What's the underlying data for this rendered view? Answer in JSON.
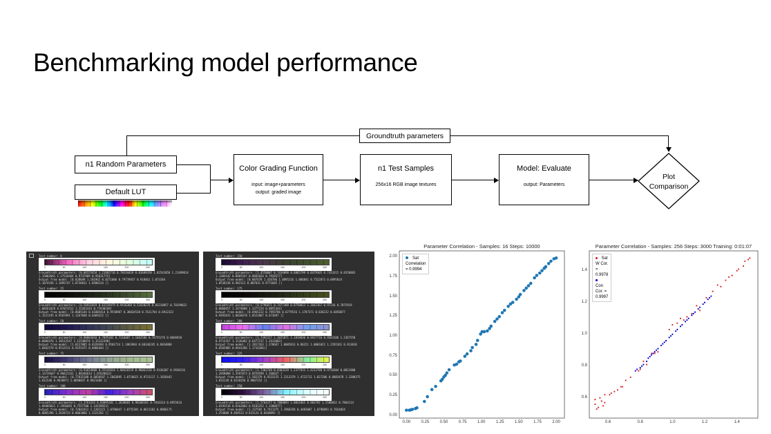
{
  "slide": {
    "title": "Benchmarking model performance"
  },
  "diagram": {
    "groundtruth": "Groundtruth parameters",
    "random_params": "n1 Random Parameters",
    "default_lut": "Default LUT",
    "color_grading": {
      "title": "Color Grading Function",
      "line1": "input: image+parameters",
      "line2": "output: graded image"
    },
    "test_samples": {
      "title": "n1 Test Samples",
      "line1": "256x16 RGB image textures"
    },
    "model": {
      "title": "Model: Evaluate",
      "line1": "output: Parameters"
    },
    "plot": {
      "line1": "Plot",
      "line2": "Comparison"
    }
  },
  "terminals": [
    {
      "tests": [
        {
          "label": "Test number:  0",
          "colors": [
            "#3a1030",
            "#f060c0",
            "#ffd0e0",
            "#fff8e0",
            "#e0ffe0",
            "#c0ffff"
          ],
          "gt": "Groundtruth parameters:  [0.86555654 1.21692716 0.78334419 0.81689358 1.02541058 1.21489014",
          "gt2": " 1.15002661 1.17526464 0.9737989  0.95631775]",
          "out": "Output from model:  [0.828049   1.181962   0.8271006  0.79778937 0.918461   1.073184",
          "out2": " 1.1074336  1.1895747  1.0736011  1.0580114 ]]"
        },
        {
          "label": "Test number:  25",
          "colors": [
            "#000000",
            "#0a0a08",
            "#1a1e12",
            "#2a3320",
            "#3e5030",
            "#587040"
          ],
          "gt": "Groundtruth parameters:  [0.56931019 0.61519479 0.9416368  0.52420276 0.83210857 0.78199022",
          "gt2": " 1.00261028 0.87073512 1.15263324 0.77630169]",
          "out": "Output from model:  [0.8605144  0.61805414 0.9550987  0.38034538 0.7611784  0.6912322",
          "out2": " 1.1521195  0.9587091  1.1167848  0.6469222 ]]"
        },
        {
          "label": "Test number:  50",
          "colors": [
            "#10083a",
            "#201850",
            "#303058",
            "#404850",
            "#605e40",
            "#7a7030"
          ],
          "gt": "Groundtruth parameters:  [0.88803018 0.7895182  0.7116407  1.1662584  0.78755276 0.8666920",
          "gt2": " 0.8084476  1.10512547 1.12540974 1.15132398]",
          "out": "Output from model:  [1.0137085  0.8320384  0.9501714  1.1863984  0.60146245 0.8834888",
          "out2": " 1.0462579  0.9512511  0.9255475  0.8466444 ]]"
        },
        {
          "label": "Test number:  75",
          "colors": [
            "#1a0a40",
            "#403a70",
            "#707890",
            "#90a090",
            "#a0b890",
            "#a8c090"
          ],
          "gt": "Groundtruth parameters:  [0.93654868 0.55545834 1.00426519 0.96061526 0.9336387  0.9938216",
          "gt2": " 1.13739447 0.96621331 1.00346614 1.07628012]",
          "out": "Output from model:  [0.77035188 0.6050587  1.1063895  1.0718021  0.9731117  1.1826442",
          "out2": " 1.011546   0.9630971  1.0690837  0.9821468 ]]"
        },
        {
          "label": "Test number:  100",
          "colors": [
            "#2020c0",
            "#8030d0",
            "#c040a0",
            "#4020e0",
            "#a040c0",
            "#d05060"
          ],
          "gt": "Groundtruth parameters:  [1.3763333  0.83095282 1.2638665  0.98108192 0.7816324  0.8955616",
          "gt2": " 1.09405811 1.1956665  0.7557708  1.14159923]",
          "out": "Output from model:  [0.72042412 1.1201221  1.0786047  1.0755381  0.8621262  0.8866175",
          "out2": " 0.8065396  1.2620733  0.8063866  1.2221282 ]]"
        }
      ]
    },
    {
      "tests": [
        {
          "label": "Test number:  150",
          "colors": [
            "#1a0a30",
            "#402050",
            "#4a3848",
            "#3a4030",
            "#405030",
            "#506030"
          ],
          "gt": "Groundtruth parameters:  [1.4558007  0.7434098  0.8865799  0.8479305  0.7433315  0.8358083",
          "gt2": " 1.1384142  0.8065547  0.8681024  0.7928577]",
          "out": "Output from model:  [0.887678   1.426786   1.0895216  1.086841   0.7522073  0.8895824",
          "out2": " 1.0538318  0.902113   0.807831   0.9771605 ]]"
        },
        {
          "label": "Test number:  175",
          "colors": [
            "#000000",
            "#0a0806",
            "#181810",
            "#262a18",
            "#36401c",
            "#4a5020"
          ],
          "gt": "Groundtruth parameters:  [0.5796071  0.7477388  0.8750023  1.1642167  0.97216   0.7875919",
          "gt2": " 0.8066657  1.3474088  1.3377224  0.8855344]",
          "out": "Output from model:  [0.6965212  0.7959786  0.6779516  1.1787371  0.836222  0.6858077",
          "out2": " 0.9493815  1.0018678  1.0522067  0.673897 ]]"
        },
        {
          "label": "Test number:  200",
          "colors": [
            "#c040e0",
            "#f070f0",
            "#6080f0",
            "#e070e0",
            "#70a0f0",
            "#9090d0"
          ],
          "gt": "Groundtruth parameters:  [1.7392157  1.3655871  1.1819836  0.8927716  0.9583186  1.2367558",
          "gt2": " 0.9713357  1.1126482  0.6477217  1.2413683]",
          "out": "Output from model:  [1.2817163  1.170667   1.0005813  0.86221   1.0001022  1.2292361  0.913018",
          "out2": " 0.8565805  0.8941286  1.1716286]]"
        },
        {
          "label": "Test number:  225",
          "colors": [
            "#1010f0",
            "#3020f0",
            "#a040d0",
            "#f06060",
            "#80f0a0",
            "#f0f040"
          ],
          "gt": "Groundtruth parameters:  [1.7302769  0.8303239  1.2377923  1.4212788  0.9756304  0.8811988",
          "gt2": " 1.2058098  1.3597873  0.8559599  1.266027 ]",
          "out": "Output from model:  [1.582379   0.9323155  1.2313379  1.4722712  1.827206   0.6083478  1.3380375",
          "out2": " 1.833128   0.8118356  0.9807252 ]]"
        },
        {
          "label": "Test number:  250",
          "colors": [
            "#000000",
            "#301040",
            "#8060a0",
            "#80f0ff",
            "#e0ffff",
            "#ffffff"
          ],
          "gt": "Groundtruth parameters:  [1.5764377  0.7808093  1.0031865  0.983792   1.5580032  0.7864214",
          "gt2": " 1.0193516  0.8162803  0.9181252  1.1200677]",
          "out": "Output from model:  [1.237582   0.7411375  1.1968358  0.4483007  1.0798893  0.7654024",
          "out2": " 1.254068   0.838513   0.833124   0.6648893 ]]"
        }
      ]
    }
  ],
  "strip_ticks": [
    "0",
    "50",
    "100",
    "150",
    "200",
    "250"
  ],
  "chart_data": [
    {
      "type": "scatter",
      "title": "Parameter Correlation - Samples: 16 Steps: 10000",
      "xlim": [
        -0.095,
        2.11
      ],
      "ylim": [
        -0.03,
        2.08
      ],
      "xticks": [
        "0.00",
        "0.25",
        "0.50",
        "0.75",
        "1.00",
        "1.25",
        "1.50",
        "1.75",
        "2.00"
      ],
      "yticks": [
        "0.00",
        "0.25",
        "0.50",
        "0.75",
        "1.00",
        "1.25",
        "1.50",
        "1.75",
        "2.00"
      ],
      "legend": "top-left",
      "series": [
        {
          "name": "Sat Correlation = 0.9994",
          "color": "#1f77b4",
          "points": [
            [
              0,
              0.07
            ],
            [
              0.04,
              0.07
            ],
            [
              0.06,
              0.075
            ],
            [
              0.08,
              0.08
            ],
            [
              0.12,
              0.09
            ],
            [
              0.14,
              0.1
            ],
            [
              0.24,
              0.18
            ],
            [
              0.28,
              0.24
            ],
            [
              0.34,
              0.33
            ],
            [
              0.39,
              0.37
            ],
            [
              0.46,
              0.44
            ],
            [
              0.48,
              0.46
            ],
            [
              0.5,
              0.49
            ],
            [
              0.52,
              0.51
            ],
            [
              0.54,
              0.54
            ],
            [
              0.57,
              0.58
            ],
            [
              0.64,
              0.64
            ],
            [
              0.67,
              0.65
            ],
            [
              0.7,
              0.68
            ],
            [
              0.72,
              0.69
            ],
            [
              0.78,
              0.75
            ],
            [
              0.81,
              0.78
            ],
            [
              0.86,
              0.82
            ],
            [
              0.88,
              0.86
            ],
            [
              0.93,
              0.9
            ],
            [
              0.95,
              0.95
            ],
            [
              0.99,
              1.03
            ],
            [
              1.01,
              1.06
            ],
            [
              1.04,
              1.06
            ],
            [
              1.08,
              1.07
            ],
            [
              1.11,
              1.1
            ],
            [
              1.13,
              1.13
            ],
            [
              1.18,
              1.19
            ],
            [
              1.21,
              1.22
            ],
            [
              1.24,
              1.25
            ],
            [
              1.28,
              1.3
            ],
            [
              1.31,
              1.33
            ],
            [
              1.36,
              1.38
            ],
            [
              1.39,
              1.41
            ],
            [
              1.42,
              1.43
            ],
            [
              1.47,
              1.47
            ],
            [
              1.5,
              1.5
            ],
            [
              1.52,
              1.53
            ],
            [
              1.57,
              1.58
            ],
            [
              1.6,
              1.61
            ],
            [
              1.63,
              1.64
            ],
            [
              1.66,
              1.67
            ],
            [
              1.71,
              1.74
            ],
            [
              1.74,
              1.77
            ],
            [
              1.78,
              1.8
            ],
            [
              1.81,
              1.83
            ],
            [
              1.84,
              1.86
            ],
            [
              1.86,
              1.88
            ],
            [
              1.9,
              1.92
            ],
            [
              1.93,
              1.95
            ],
            [
              1.97,
              1.98
            ],
            [
              2.0,
              1.99
            ]
          ]
        }
      ]
    },
    {
      "type": "scatter",
      "title": "Parameter Correlation - Samples: 256 Steps: 3000 Training: 0:01:07",
      "xlim": [
        0.484,
        1.53
      ],
      "ylim": [
        0.473,
        1.525
      ],
      "xticks": [
        "0.6",
        "0.8",
        "1.0",
        "1.2",
        "1.4"
      ],
      "yticks": [
        "0.6",
        "0.8",
        "1.0",
        "1.2",
        "1.4"
      ],
      "legend": "top-left",
      "series": [
        {
          "name": "Sat W Cor. = 0.9978",
          "color": "#d62728",
          "points": [
            [
              0.52,
              0.59
            ],
            [
              0.52,
              0.56
            ],
            [
              0.53,
              0.53
            ],
            [
              0.54,
              0.54
            ],
            [
              0.55,
              0.6
            ],
            [
              0.56,
              0.58
            ],
            [
              0.57,
              0.55
            ],
            [
              0.58,
              0.57
            ],
            [
              0.58,
              0.62
            ],
            [
              0.61,
              0.62
            ],
            [
              0.62,
              0.63
            ],
            [
              0.64,
              0.64
            ],
            [
              0.66,
              0.65
            ],
            [
              0.68,
              0.67
            ],
            [
              0.69,
              0.67
            ],
            [
              0.71,
              0.71
            ],
            [
              0.74,
              0.73
            ],
            [
              0.79,
              0.77
            ],
            [
              0.8,
              0.78
            ],
            [
              0.82,
              0.83
            ],
            [
              0.84,
              0.81
            ],
            [
              0.87,
              0.88
            ],
            [
              0.89,
              0.88
            ],
            [
              0.91,
              0.89
            ],
            [
              0.96,
              0.96
            ],
            [
              0.98,
              1.03
            ],
            [
              1.0,
              1.06
            ],
            [
              1.03,
              1.07
            ],
            [
              1.05,
              1.1
            ],
            [
              1.07,
              1.09
            ],
            [
              1.09,
              1.11
            ],
            [
              1.12,
              1.13
            ],
            [
              1.15,
              1.18
            ],
            [
              1.17,
              1.15
            ],
            [
              1.21,
              1.23
            ],
            [
              1.25,
              1.27
            ],
            [
              1.28,
              1.31
            ],
            [
              1.3,
              1.3
            ],
            [
              1.33,
              1.34
            ],
            [
              1.35,
              1.36
            ],
            [
              1.37,
              1.37
            ],
            [
              1.4,
              1.4
            ],
            [
              1.41,
              1.41
            ],
            [
              1.44,
              1.43
            ],
            [
              1.45,
              1.46
            ],
            [
              1.47,
              1.47
            ],
            [
              1.48,
              1.48
            ]
          ]
        },
        {
          "name": "Con Cor. = 0.9997",
          "color": "#0000cc",
          "points": [
            [
              0.77,
              0.77
            ],
            [
              0.78,
              0.78
            ],
            [
              0.8,
              0.79
            ],
            [
              0.81,
              0.8
            ],
            [
              0.82,
              0.81
            ],
            [
              0.84,
              0.83
            ],
            [
              0.85,
              0.85
            ],
            [
              0.86,
              0.86
            ],
            [
              0.87,
              0.87
            ],
            [
              0.88,
              0.88
            ],
            [
              0.89,
              0.89
            ],
            [
              0.9,
              0.9
            ],
            [
              0.91,
              0.91
            ],
            [
              0.93,
              0.93
            ],
            [
              0.94,
              0.94
            ],
            [
              0.95,
              0.95
            ],
            [
              0.96,
              0.96
            ],
            [
              0.98,
              0.98
            ],
            [
              0.99,
              0.99
            ],
            [
              1.0,
              1.0
            ],
            [
              1.02,
              1.02
            ],
            [
              1.03,
              1.03
            ],
            [
              1.05,
              1.05
            ],
            [
              1.06,
              1.06
            ],
            [
              1.08,
              1.08
            ],
            [
              1.09,
              1.09
            ],
            [
              1.1,
              1.1
            ],
            [
              1.12,
              1.12
            ],
            [
              1.13,
              1.13
            ],
            [
              1.14,
              1.14
            ],
            [
              1.16,
              1.16
            ],
            [
              1.17,
              1.17
            ],
            [
              1.19,
              1.19
            ],
            [
              1.2,
              1.2
            ],
            [
              1.22,
              1.22
            ],
            [
              1.23,
              1.23
            ],
            [
              1.24,
              1.24
            ]
          ]
        }
      ]
    }
  ]
}
